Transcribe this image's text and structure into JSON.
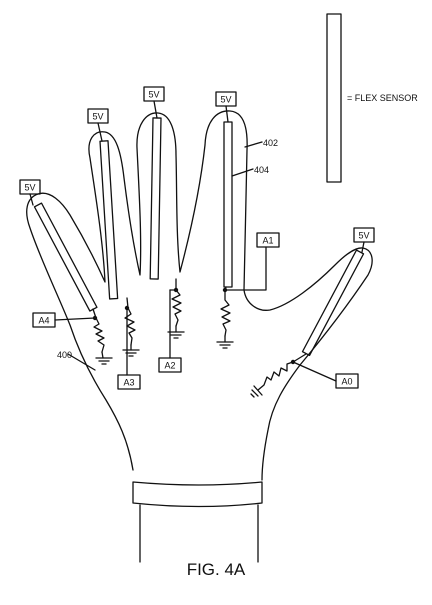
{
  "figure": {
    "caption": "FIG. 4A"
  },
  "legend": {
    "text": "= FLEX SENSOR"
  },
  "reference_numerals": {
    "glove": "400",
    "outline": "402",
    "sensor": "404"
  },
  "voltage_labels": {
    "pinky": "5V",
    "ring": "5V",
    "middle": "5V",
    "index": "5V",
    "thumb": "5V"
  },
  "pin_labels": {
    "a0": "A0",
    "a1": "A1",
    "a2": "A2",
    "a3": "A3",
    "a4": "A4"
  }
}
